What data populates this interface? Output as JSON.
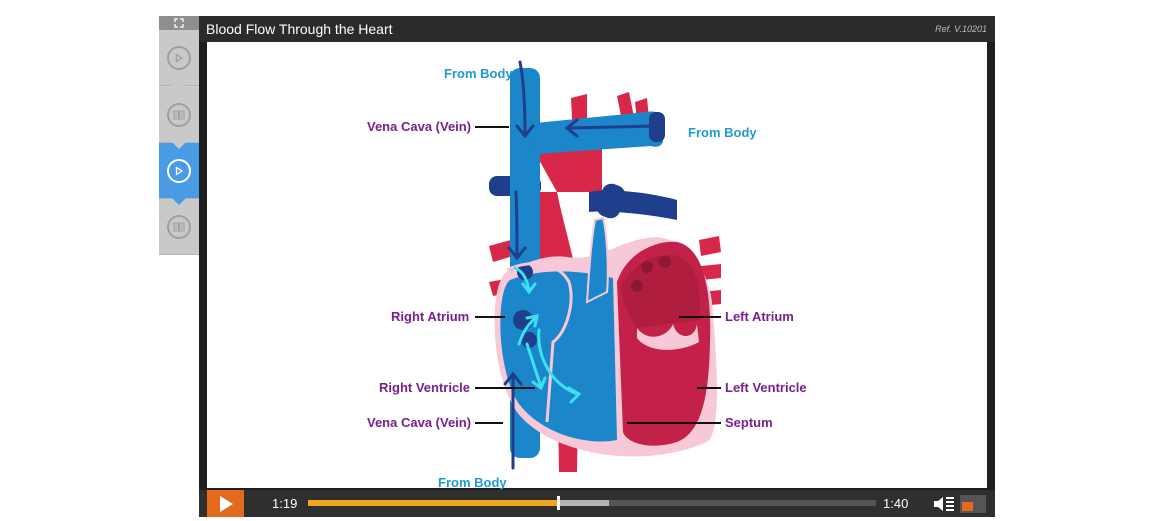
{
  "player": {
    "title": "Blood Flow Through the Heart",
    "ref": "Ref. V.10201",
    "time_current": "1:19",
    "time_total": "1:40",
    "progress_fraction": 0.44,
    "buffered_fraction": 0.53,
    "volume_fraction": 0.5
  },
  "sidebar": {
    "items": [
      {
        "icon": "play-circle-icon",
        "active": false
      },
      {
        "icon": "book-icon",
        "active": false
      },
      {
        "icon": "play-circle-icon",
        "active": true
      },
      {
        "icon": "book-icon",
        "active": false
      }
    ]
  },
  "diagram": {
    "labels": {
      "from_body_top": "From Body",
      "from_body_right": "From Body",
      "from_body_bottom": "From Body",
      "vena_cava_top": "Vena Cava (Vein)",
      "vena_cava_bottom": "Vena Cava (Vein)",
      "right_atrium": "Right Atrium",
      "right_ventricle": "Right Ventricle",
      "left_atrium": "Left Atrium",
      "left_ventricle": "Left Ventricle",
      "septum": "Septum"
    }
  },
  "colors": {
    "accent": "#e46a1e",
    "progress": "#f0a51d",
    "active_chapter": "#4a9be6",
    "label_purple": "#7a1f8f",
    "label_blue": "#1e9ad6",
    "vein_blue": "#1b86c9",
    "artery_red": "#d8284a"
  }
}
